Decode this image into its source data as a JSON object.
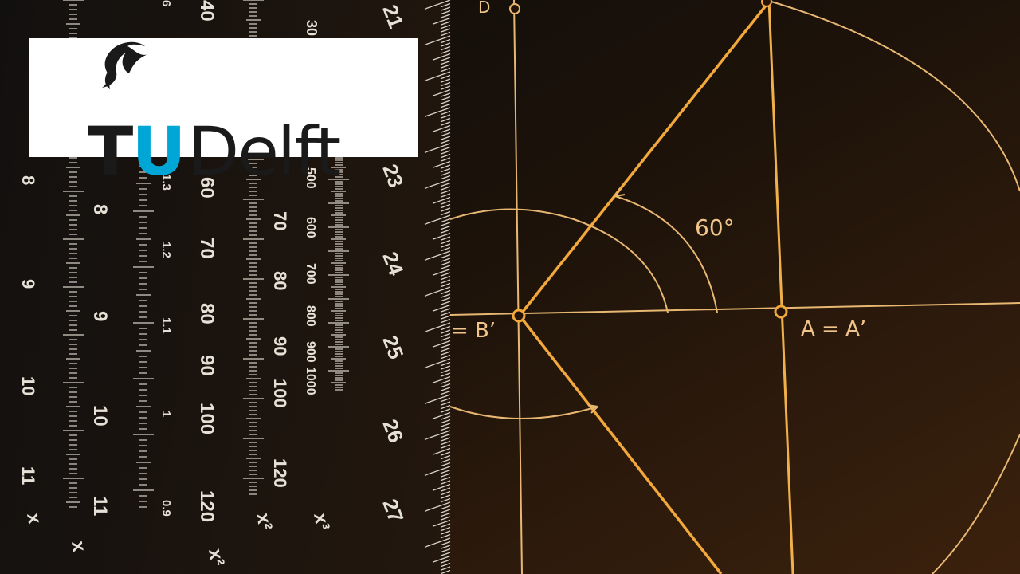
{
  "logo": {
    "brand_parts": [
      "T",
      "U",
      "Delft"
    ],
    "colors": {
      "tu": "#1a1a1a",
      "u": "#00a6d6",
      "delft": "#1a1a1a",
      "flame": "#1a1a1a",
      "box": "#ffffff"
    }
  },
  "ruler": {
    "inch_scale": [
      "21",
      "23",
      "24",
      "25",
      "26",
      "27"
    ],
    "x3_scale_labels": [
      "500",
      "600",
      "700",
      "800",
      "900",
      "1000"
    ],
    "x3_scale_labels_top": [
      "30"
    ],
    "x2_scale": [
      "40",
      "60",
      "70",
      "80",
      "90",
      "100",
      "120"
    ],
    "x2_scale_extra": [
      "70",
      "80",
      "90",
      "100",
      "120"
    ],
    "reciprocal_scale": [
      "1.3",
      "1.2",
      "1.1",
      "1",
      "0.9",
      "6"
    ],
    "x_scale": [
      "8",
      "9",
      "10",
      "11"
    ],
    "x_scale_rotated": [
      "8",
      "9",
      "10",
      "11"
    ],
    "scale_symbols": [
      "x",
      "x",
      "x²",
      "x²",
      "x³"
    ]
  },
  "geometry": {
    "angle_label": "60°",
    "point_b": "= B’",
    "point_a": "A = A’",
    "point_d": "D"
  },
  "colors": {
    "line": "#f2a83a",
    "thin_line": "#e8b872",
    "background_dark": "#120c06",
    "background_warm": "#3a2210"
  }
}
